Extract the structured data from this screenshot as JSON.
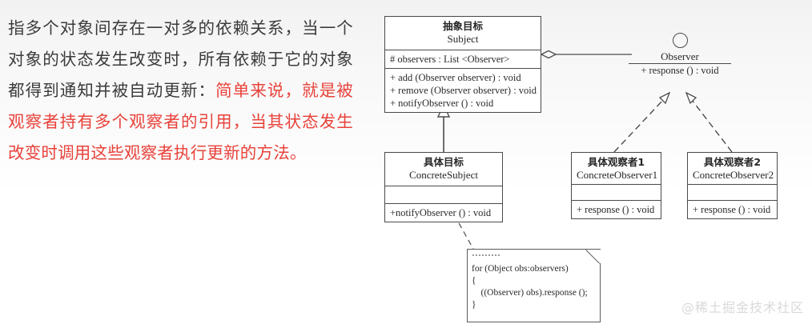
{
  "prose": {
    "plain_before": "指多个对象间存在一对多的依赖关系，当一个对象的状态发生改变时，所有依赖于它的对象都得到通知并被自动更新：",
    "highlight": "简单来说，就是被观察者持有多个观察者的引用，当其状态发生改变时调用这些观察者执行更新的方法。",
    "highlight_color": "#e8413a",
    "text_color": "#3b3b3b"
  },
  "diagram": {
    "title": "Observer Pattern UML Class Diagram",
    "subject": {
      "cn_name": "抽象目标",
      "en_name": "Subject",
      "attributes": [
        "# observers : List <Observer>"
      ],
      "methods": [
        "+ add (Observer observer) : void",
        "+ remove (Observer observer) : void",
        "+ notifyObserver () : void"
      ]
    },
    "concrete_subject": {
      "cn_name": "具体目标",
      "en_name": "ConcreteSubject",
      "attributes": [],
      "methods": [
        "+notifyObserver () : void"
      ]
    },
    "observer_interface": {
      "stereotype_icon": "interface-circle-icon",
      "en_name": "Observer",
      "methods": [
        "+ response () : void"
      ]
    },
    "concrete_observer_1": {
      "cn_name": "具体观察者1",
      "en_name": "ConcreteObserver1",
      "attributes": [],
      "methods": [
        "+ response () : void"
      ]
    },
    "concrete_observer_2": {
      "cn_name": "具体观察者2",
      "en_name": "ConcreteObserver2",
      "attributes": [],
      "methods": [
        "+ response () : void"
      ]
    },
    "note": {
      "line1": "for (Object obs:observers)",
      "line2": "{",
      "line3": "    ((Observer) obs).response ();",
      "line4": "}"
    },
    "relations": [
      {
        "name": "aggregation-subject-observer",
        "type": "aggregation",
        "from": "Subject",
        "to": "Observer",
        "marker": "hollow-diamond"
      },
      {
        "name": "generalization-concretesubject-subject",
        "type": "generalization",
        "from": "ConcreteSubject",
        "to": "Subject",
        "marker": "hollow-triangle"
      },
      {
        "name": "realization-concreteobserver1-observer",
        "type": "realization",
        "from": "ConcreteObserver1",
        "to": "Observer",
        "marker": "hollow-triangle-dashed"
      },
      {
        "name": "realization-concreteobserver2-observer",
        "type": "realization",
        "from": "ConcreteObserver2",
        "to": "Observer",
        "marker": "hollow-triangle-dashed"
      },
      {
        "name": "note-anchor-concretesubject",
        "type": "note-link",
        "from": "ConcreteSubject",
        "to": "note",
        "marker": "dashed"
      }
    ],
    "line_color": "#4a4a4a"
  },
  "watermark": {
    "text": "@稀土掘金技术社区"
  }
}
